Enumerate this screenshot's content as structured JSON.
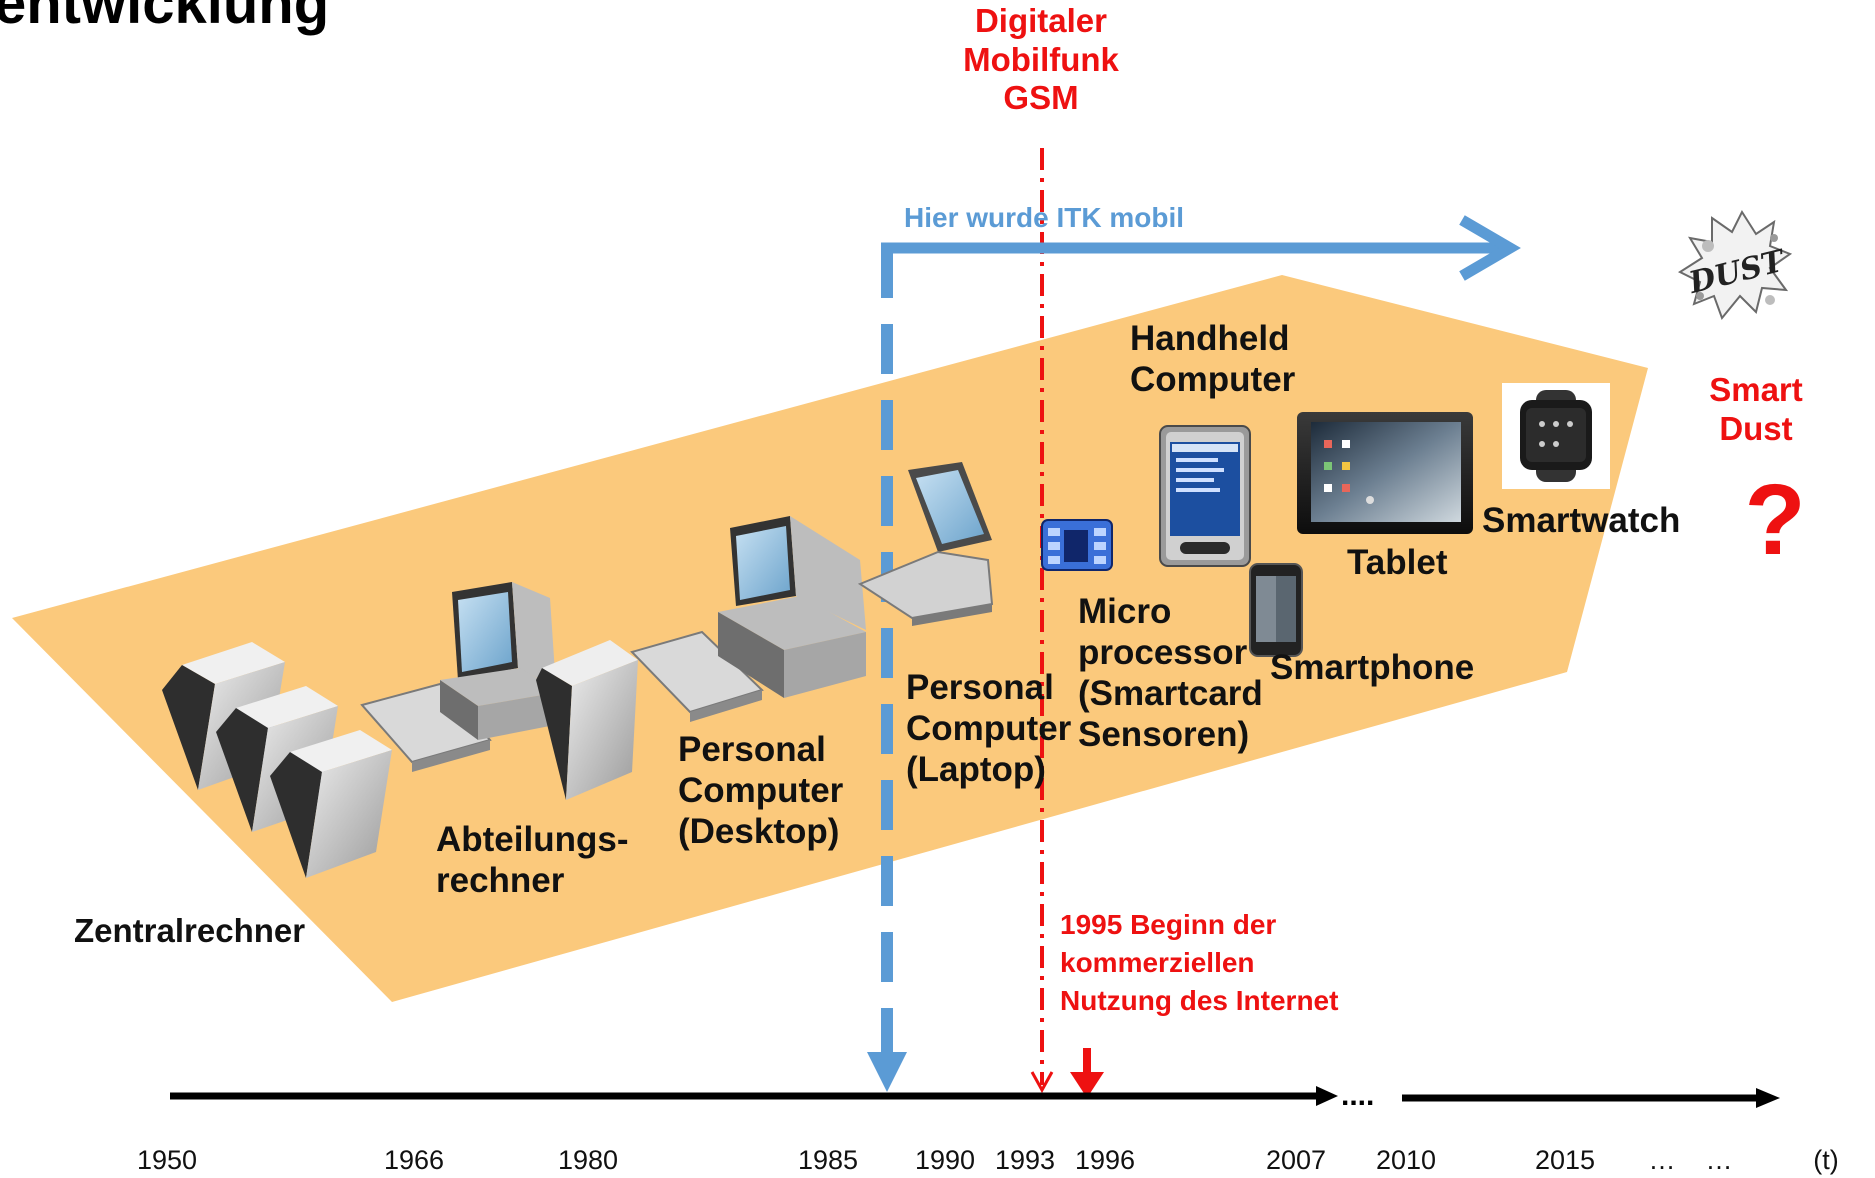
{
  "title_fragment": "entwicklung",
  "gsm": {
    "lines": [
      "Digitaler",
      "Mobilfunk",
      "GSM"
    ]
  },
  "mobile_arrow_label": "Hier wurde ITK mobil",
  "internet_note": {
    "lines": [
      "1995 Beginn der",
      "kommerziellen",
      "Nutzung des Internet"
    ]
  },
  "smart_dust": {
    "logo_text": "DUST",
    "lines": [
      "Smart",
      "Dust"
    ],
    "question_mark": "?"
  },
  "devices": {
    "zentralrechner": "Zentralrechner",
    "abteilungsrechner": [
      "Abteilungs-",
      "rechner"
    ],
    "desktop": [
      "Personal",
      "Computer",
      "(Desktop)"
    ],
    "laptop": [
      "Personal",
      "Computer",
      "(Laptop)"
    ],
    "microprocessor": [
      "Micro",
      "processor",
      "(Smartcard",
      "Sensoren)"
    ],
    "handheld": [
      "Handheld",
      "Computer"
    ],
    "tablet": "Tablet",
    "smartwatch": "Smartwatch",
    "smartphone": "Smartphone"
  },
  "timeline": {
    "ellipsis": "....",
    "years": [
      "1950",
      "1966",
      "1980",
      "1985",
      "1990",
      "1993",
      "1996",
      "2007",
      "2010",
      "2015",
      "…",
      "…",
      "(t)"
    ]
  },
  "colors": {
    "band": "#fbc97c",
    "red": "#ee1111",
    "blue": "#5b9bd5",
    "black": "#000000"
  }
}
